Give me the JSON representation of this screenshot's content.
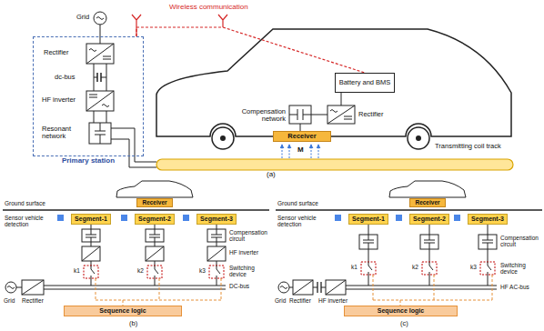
{
  "diagram": {
    "nodes": [
      {
        "text": [
          "Primary station"
        ]
      },
      {
        "text": [
          "Battery and BMS"
        ]
      },
      {
        "text": [
          "Receiver"
        ]
      },
      {
        "text": [
          "Receiver"
        ]
      },
      {
        "text": [
          "Segment-1"
        ]
      },
      {
        "text": [
          "Segment-2"
        ]
      },
      {
        "text": [
          "Segment-3"
        ]
      },
      {
        "text": [
          "Sequence logic"
        ]
      },
      {
        "text": [
          "Receiver"
        ]
      },
      {
        "text": [
          "Segment-1"
        ]
      },
      {
        "text": [
          "Segment-2"
        ]
      },
      {
        "text": [
          "Segment-3"
        ]
      },
      {
        "text": [
          "Sequence logic"
        ]
      }
    ],
    "edges": [
      {
        "from": 0,
        "to": 1,
        "arrow": "none",
        "label": "Wireless communication"
      }
    ],
    "labels": [
      "Grid",
      "Rectifier",
      "dc-bus",
      "HF inverter",
      "Resonant network",
      "Compensation network",
      "Rectifier",
      "M",
      "Transmitting coil track",
      "(a)",
      "Ground surface",
      "Sensor vehicle detection",
      "Compensation circuit",
      "HF inverter",
      "k1",
      "k2",
      "k3",
      "Switching device",
      "DC-bus",
      "Grid",
      "Rectifier",
      "(b)",
      "Ground surface",
      "Sensor vehicle detection",
      "Compensation circuit",
      "k1",
      "k2",
      "k3",
      "Switching device",
      "HF AC-bus",
      "Grid",
      "Rectifier",
      "HF inverter",
      "(c)"
    ]
  }
}
